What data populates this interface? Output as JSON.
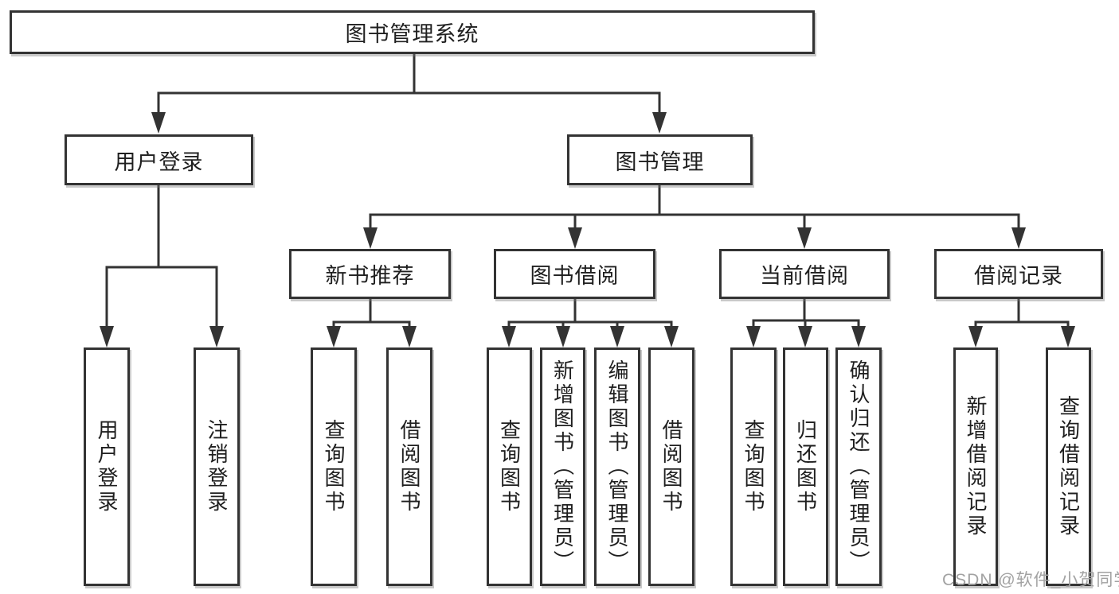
{
  "tree": {
    "label": "图书管理系统",
    "children": [
      {
        "label": "用户登录",
        "children": [
          {
            "label": "用户登录"
          },
          {
            "label": "注销登录"
          }
        ]
      },
      {
        "label": "图书管理",
        "children": [
          {
            "label": "新书推荐",
            "children": [
              {
                "label": "查询图书"
              },
              {
                "label": "借阅图书"
              }
            ]
          },
          {
            "label": "图书借阅",
            "children": [
              {
                "label": "查询图书"
              },
              {
                "label": "新增图书（管理员）"
              },
              {
                "label": "编辑图书（管理员）"
              },
              {
                "label": "借阅图书"
              }
            ]
          },
          {
            "label": "当前借阅",
            "children": [
              {
                "label": "查询图书"
              },
              {
                "label": "归还图书"
              },
              {
                "label": "确认归还（管理员）"
              }
            ]
          },
          {
            "label": "借阅记录",
            "children": [
              {
                "label": "新增借阅记录"
              },
              {
                "label": "查询借阅记录"
              }
            ]
          }
        ]
      }
    ]
  },
  "watermark": {
    "text": "CSDN @软件_小贺同学"
  },
  "colors": {
    "line": "#333333",
    "box_border": "#333333",
    "text": "#1f1f1f",
    "watermark": "#a2a2a2",
    "background": "#ffffff"
  }
}
